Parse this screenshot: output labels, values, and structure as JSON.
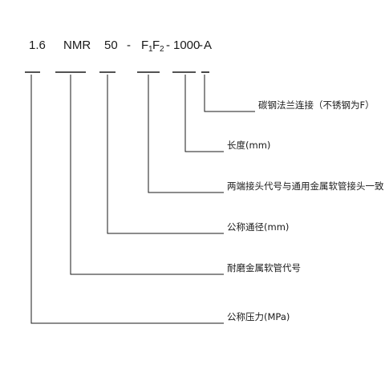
{
  "model_code": {
    "pressure": "1.6",
    "type": "NMR",
    "diameter": "50",
    "dash1": "-",
    "end_code_a": "F",
    "end_code_a_sub": "1",
    "end_code_b": "F",
    "end_code_b_sub": "2",
    "dash2": "-",
    "length": "1000",
    "dash3": "-",
    "material": "A"
  },
  "descriptions": {
    "material": "碳钢法兰连接（不锈钢为F）",
    "length": "长度(mm)",
    "end_codes": "两端接头代号与通用金属软管接头一致",
    "diameter": "公称通径(mm)",
    "type": "耐磨金属软管代号",
    "pressure": "公称压力(MPa)"
  }
}
